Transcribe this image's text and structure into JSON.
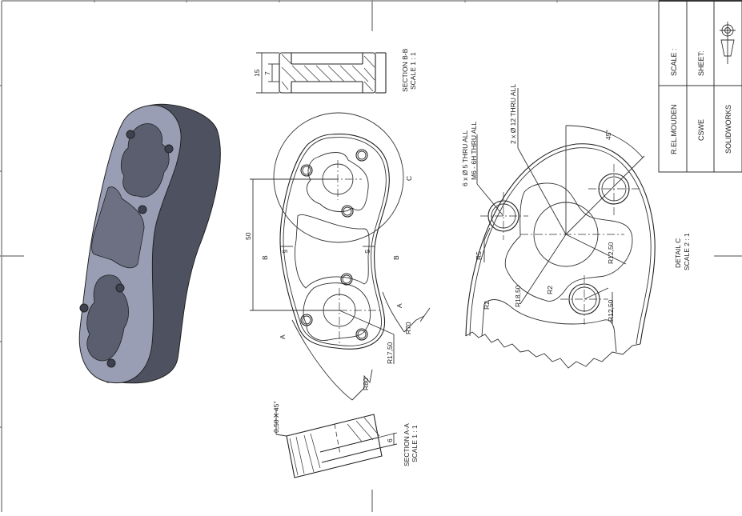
{
  "title_block": {
    "author": "R.EL.MOUDEN",
    "scale_label": "SCALE :",
    "organization": "CSWE",
    "sheet_label": "SHEET:",
    "software": "SOLIDWORKS",
    "projection_icon": "third-angle-projection-icon"
  },
  "isometric_view": {
    "description": "Shaded 3D model of curved bracket with pockets and 6 threaded holes",
    "face_color": "#9a9eb4",
    "side_color": "#4e5260"
  },
  "section_bb": {
    "title": "SECTION B-B",
    "scale": "SCALE 1 : 1",
    "dim_overall": "15",
    "dim_inner": "7"
  },
  "front_view": {
    "dim_height": "50",
    "dim_wall_left": "5",
    "dim_wall_right": "5",
    "section_b_left": "B",
    "section_b_right": "B",
    "section_a_left": "A",
    "section_a_right": "A",
    "detail_label": "C",
    "radius_r70": "R70",
    "radius_r17_50": "R17,50",
    "radius_r80": "R80"
  },
  "section_aa": {
    "title": "SECTION A-A",
    "scale": "SCALE 1 : 1",
    "chamfer": "0,50 X 45°",
    "dim_depth": "6"
  },
  "detail_c": {
    "title": "DETAIL C",
    "scale": "SCALE 2 : 1",
    "hole_note_line1": "6 x Ø 5 THRU ALL",
    "hole_note_line2": "M6 - 6H THRU ALL",
    "bore_note": "2 x Ø 12 THRU ALL",
    "angle": "45°",
    "r5": "R5",
    "r12_50_a": "R12,50",
    "r2_a": "R2",
    "r18_50": "R18,50",
    "r2_b": "R2",
    "r12_50_b": "R12,50"
  },
  "colors": {
    "line": "#222222",
    "frame": "#888888",
    "background": "#ffffff"
  }
}
